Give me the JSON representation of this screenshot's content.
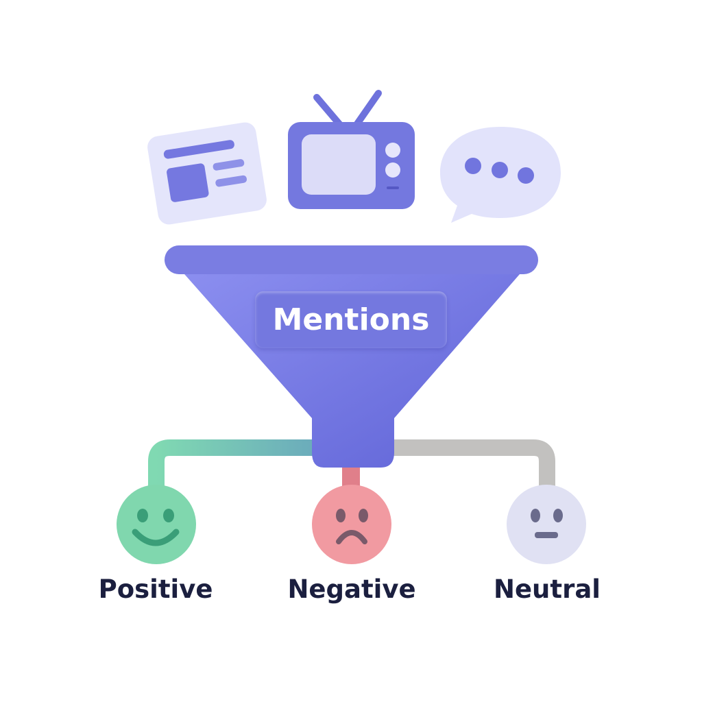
{
  "funnel": {
    "label": "Mentions"
  },
  "sources": [
    "newspaper-icon",
    "tv-icon",
    "chat-bubble-icon"
  ],
  "outcomes": [
    {
      "label": "Positive",
      "icon": "smiley-face-icon",
      "color": "#7fd8b0"
    },
    {
      "label": "Negative",
      "icon": "sad-face-icon",
      "color": "#f0989f"
    },
    {
      "label": "Neutral",
      "icon": "neutral-face-icon",
      "color": "#dfe0f4"
    }
  ],
  "colors": {
    "accent": "#7174dc",
    "text": "#1b1f3f"
  }
}
